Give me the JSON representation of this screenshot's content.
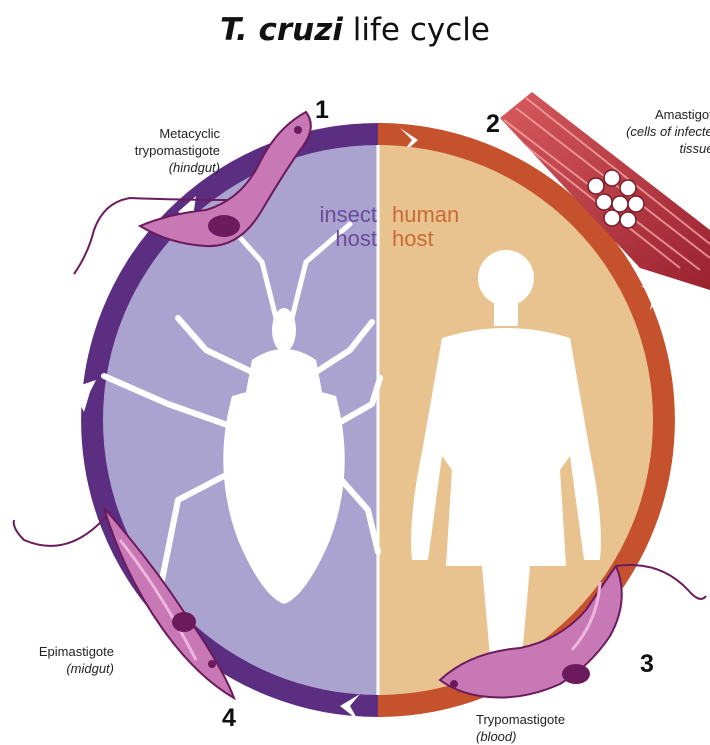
{
  "title": {
    "species": "T. cruzi",
    "rest": "life cycle"
  },
  "hosts": {
    "insect": {
      "line1": "insect",
      "line2": "host"
    },
    "human": {
      "line1": "human",
      "line2": "host"
    }
  },
  "stages": [
    {
      "number": "1",
      "name_line1": "Metacyclic",
      "name_line2": "trypomastigote",
      "location": "(hindgut)"
    },
    {
      "number": "2",
      "name": "Amastigote",
      "location_line1": "(cells of infected",
      "location_line2": "tissues"
    },
    {
      "number": "3",
      "name": "Trypomastigote",
      "location": "(blood)"
    },
    {
      "number": "4",
      "name": "Epimastigote",
      "location": "(midgut)"
    }
  ],
  "colors": {
    "insect_ring": "#5b2e82",
    "insect_fill": "#aba3cf",
    "human_ring": "#c5512d",
    "human_fill": "#e9c38f",
    "silhouette": "#ffffff",
    "parasite_body": "#c978b6",
    "parasite_nucleus": "#6b1b5c",
    "tissue": "#b8303a"
  }
}
